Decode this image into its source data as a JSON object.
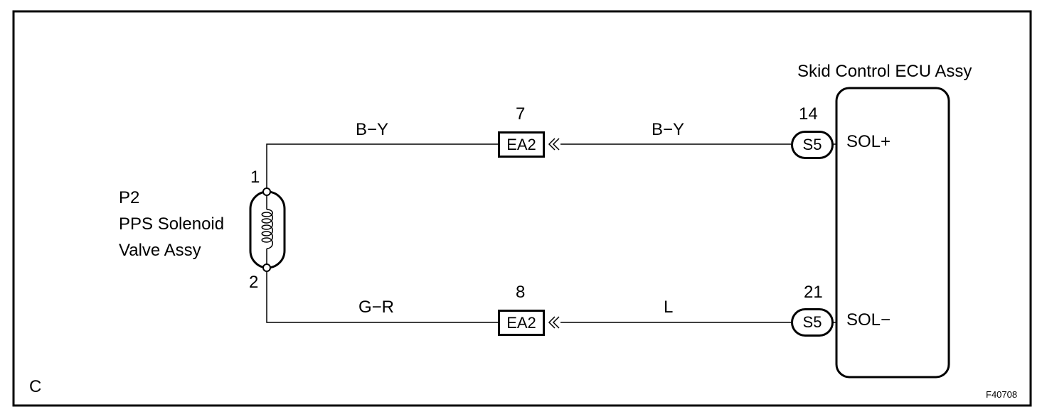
{
  "component_p2": {
    "code": "P2",
    "name_line1": "PPS Solenoid",
    "name_line2": "Valve Assy",
    "pin_top": "1",
    "pin_bottom": "2"
  },
  "ecu": {
    "name": "Skid Control ECU Assy",
    "terminal_top": "SOL+",
    "terminal_bottom": "SOL−"
  },
  "wires": {
    "top_left_color": "B−Y",
    "top_right_color": "B−Y",
    "bottom_left_color": "G−R",
    "bottom_right_color": "L"
  },
  "connectors": {
    "ea2_top": {
      "label": "EA2",
      "pin": "7"
    },
    "ea2_bottom": {
      "label": "EA2",
      "pin": "8"
    },
    "s5_top": {
      "label": "S5",
      "pin": "14"
    },
    "s5_bottom": {
      "label": "S5",
      "pin": "21"
    }
  },
  "corner_letter": "C",
  "figure_code": "F40708"
}
